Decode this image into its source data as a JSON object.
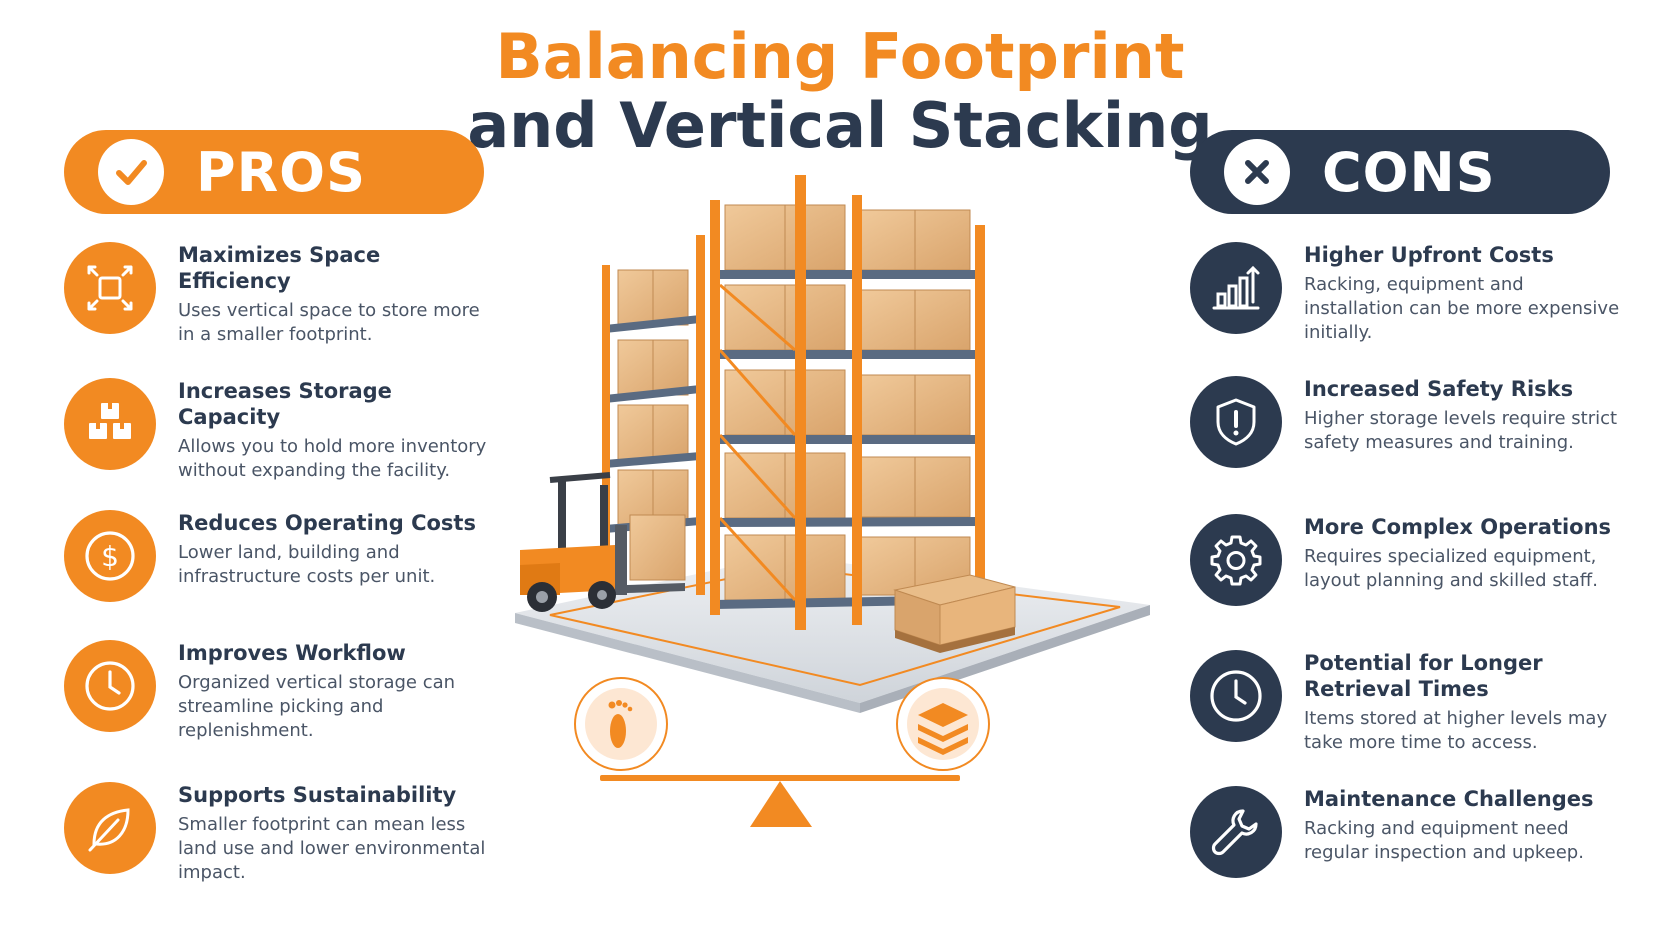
{
  "title": {
    "line1": "Balancing Footprint",
    "line2": "and Vertical Stacking"
  },
  "colors": {
    "accent": "#f28a22",
    "navy": "#2c3a4f"
  },
  "pros": {
    "label": "PROS",
    "icon": "check-icon",
    "items": [
      {
        "icon": "expand-icon",
        "heading": "Maximizes Space Efficiency",
        "text": "Uses vertical space to store more in a smaller footprint."
      },
      {
        "icon": "boxes-icon",
        "heading": "Increases Storage Capacity",
        "text": "Allows you to hold more inventory without expanding the facility."
      },
      {
        "icon": "dollar-icon",
        "heading": "Reduces Operating Costs",
        "text": "Lower land, building and infrastructure costs per unit."
      },
      {
        "icon": "clock-icon",
        "heading": "Improves Workflow",
        "text": "Organized vertical storage can streamline picking and replenishment."
      },
      {
        "icon": "leaf-icon",
        "heading": "Supports Sustainability",
        "text": "Smaller footprint can mean less land use and lower environmental impact."
      }
    ]
  },
  "cons": {
    "label": "CONS",
    "icon": "x-icon",
    "items": [
      {
        "icon": "bar-chart-icon",
        "heading": "Higher Upfront Costs",
        "text": "Racking, equipment and installation can be more expensive initially."
      },
      {
        "icon": "shield-alert-icon",
        "heading": "Increased Safety Risks",
        "text": "Higher storage levels require strict safety measures and training."
      },
      {
        "icon": "gear-icon",
        "heading": "More Complex Operations",
        "text": "Requires specialized equipment, layout planning and skilled staff."
      },
      {
        "icon": "clock-icon",
        "heading": "Potential for Longer Retrieval Times",
        "text": "Items stored at higher levels may take more time to access."
      },
      {
        "icon": "wrench-icon",
        "heading": "Maintenance Challenges",
        "text": "Racking and equipment need regular inspection and upkeep."
      }
    ]
  },
  "illustration": {
    "left_icon": "footprint-icon",
    "right_icon": "stack-layers-icon"
  }
}
